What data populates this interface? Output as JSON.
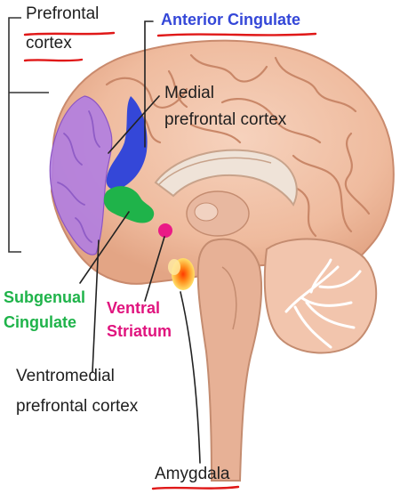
{
  "labels": {
    "prefrontal_cortex_line1": "Prefrontal",
    "prefrontal_cortex_line2": "cortex",
    "anterior_cingulate": "Anterior Cingulate",
    "medial_pfc_line1": "Medial",
    "medial_pfc_line2": "prefrontal cortex",
    "subgenual_line1": "Subgenual",
    "subgenual_line2": "Cingulate",
    "ventral_striatum_line1": "Ventral",
    "ventral_striatum_line2": "Striatum",
    "vmpfc_line1": "Ventromedial",
    "vmpfc_line2": "prefrontal cortex",
    "amygdala": "Amygdala"
  },
  "colors": {
    "prefrontal_region": "#b27fe0",
    "anterior_cingulate": "#3447d8",
    "subgenual_cingulate": "#1fb34a",
    "ventral_striatum": "#ea1a86",
    "amygdala": "#f4a52a",
    "underline": "#e01818",
    "brain_tissue": "#f0bda0"
  }
}
